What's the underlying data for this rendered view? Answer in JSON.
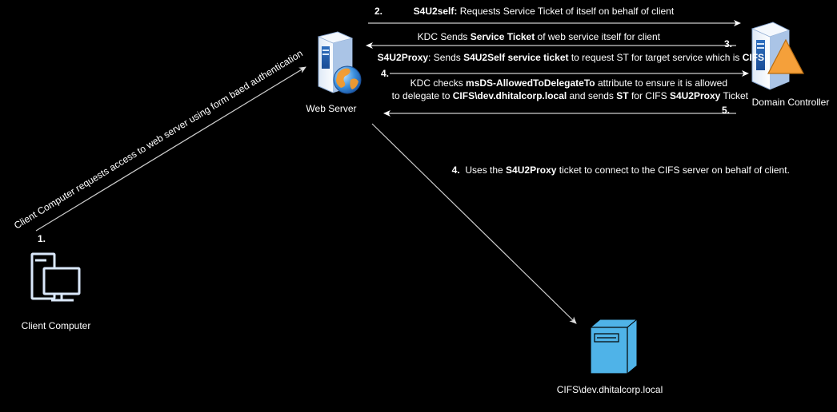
{
  "nodes": {
    "web_server": "Web Server",
    "domain_controller": "Domain Controller",
    "client_computer": "Client Computer",
    "cifs_server": "CIFS\\dev.dhitalcorp.local"
  },
  "steps": {
    "s1": {
      "num": "1.",
      "text": "Client Computer requests access to web server using form baed authentication"
    },
    "s2": {
      "num": "2.",
      "b1": "S4U2self:",
      "t1": " Requests Service Ticket of itself on behalf of client"
    },
    "s3": {
      "num": "3.",
      "t1": "KDC Sends ",
      "b1": "Service Ticket",
      "t2": " of web service itself for client"
    },
    "s4a": {
      "num": "4.",
      "b1": "S4U2Proxy",
      "t1": ": Sends ",
      "b2": "S4U2Self service ticket",
      "t2": " to request ST for target service which is ",
      "b3": "CIFS"
    },
    "s5": {
      "num": "5.",
      "l1_t1": "KDC checks ",
      "l1_b1": "msDS-AllowedToDelegateTo",
      "l1_t2": " attribute to ensure it is allowed",
      "l2_t1": "to delegate to ",
      "l2_b1": "CIFS\\dev.dhitalcorp.local",
      "l2_t2": " and sends ",
      "l2_b2": "ST",
      "l2_t3": " for CIFS ",
      "l2_b3": "S4U2Proxy",
      "l2_t4": " Ticket"
    },
    "s4b": {
      "num": "4.",
      "t1": "  Uses the ",
      "b1": "S4U2Proxy",
      "t2": " ticket to connect to the CIFS server on behalf of client."
    }
  },
  "colors": {
    "background": "#000000",
    "arrow": "#ffffff",
    "icon_blue": "#4a90e2",
    "warning_orange": "#f5a03a",
    "client_icon": "#dae8fc",
    "cifs_icon": "#4fb3e8"
  }
}
